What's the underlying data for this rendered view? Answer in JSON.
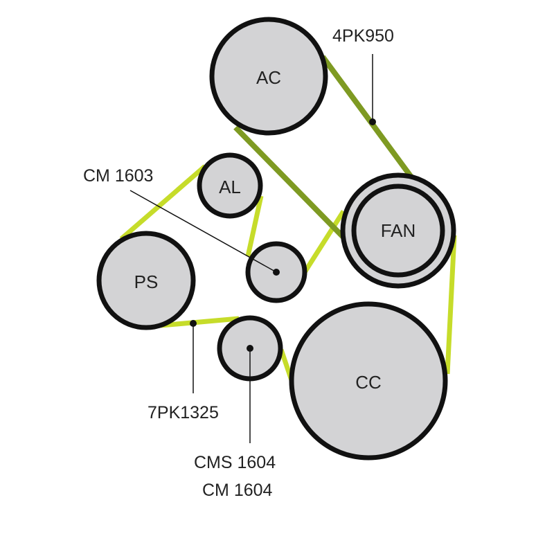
{
  "pulleys": {
    "ac": "AC",
    "al": "AL",
    "fan": "FAN",
    "ps": "PS",
    "cc": "CC"
  },
  "callouts": {
    "belt_4pk": "4PK950",
    "idler_cm1603": "CM 1603",
    "belt_7pk": "7PK1325",
    "idler_cms1604": "CMS 1604",
    "idler_cm1604": "CM 1604"
  },
  "colors": {
    "belt_4pk": "#7e9a22",
    "belt_7pk": "#c6dc2a",
    "pulley_fill": "#d3d3d5",
    "outline": "#111111"
  }
}
